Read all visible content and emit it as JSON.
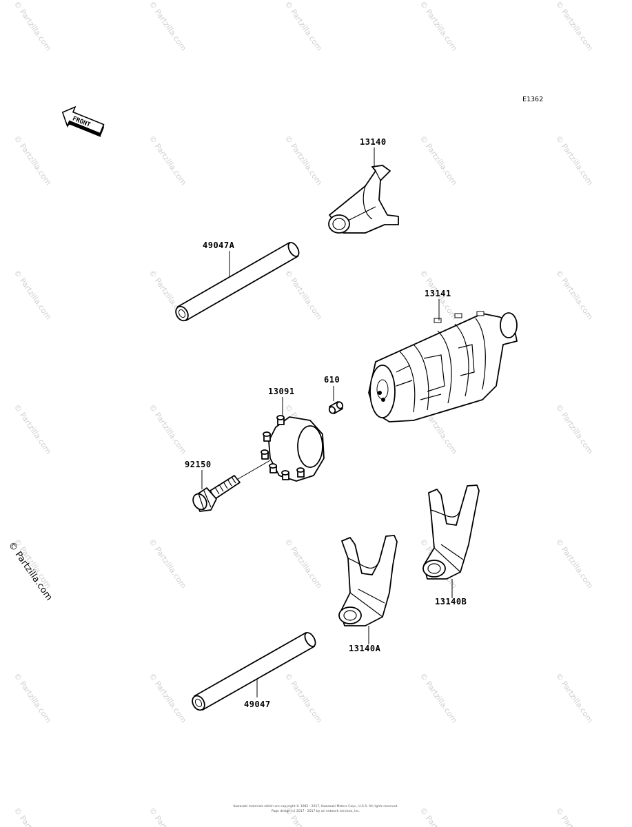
{
  "diagram_code": "E1362",
  "front_label": "FRONT",
  "watermark_text": "© Partzilla.com",
  "copyright_text": "© Partzilla.com",
  "footer": {
    "line1": "Kawasaki materials within are copyright © 1985 - 2017, Kawasaki Motors Corp., U.S.A. All rights reserved.",
    "line2": "Page design (c) 2017 - 2017 by ari network services, inc."
  },
  "parts": [
    {
      "id": "p13140",
      "number": "13140"
    },
    {
      "id": "p49047A",
      "number": "49047A"
    },
    {
      "id": "p13141",
      "number": "13141"
    },
    {
      "id": "p610",
      "number": "610"
    },
    {
      "id": "p13091",
      "number": "13091"
    },
    {
      "id": "p92150",
      "number": "92150"
    },
    {
      "id": "p13140B",
      "number": "13140B"
    },
    {
      "id": "p13140A",
      "number": "13140A"
    },
    {
      "id": "p49047",
      "number": "49047"
    }
  ]
}
